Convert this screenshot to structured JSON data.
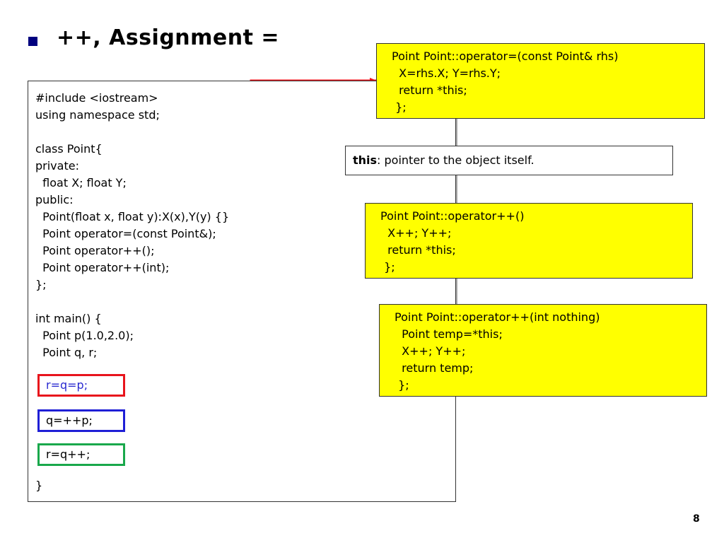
{
  "slide": {
    "title": "++, Assignment =",
    "page_number": "8"
  },
  "code": {
    "lines": [
      "#include <iostream>",
      "using namespace std;",
      "",
      "class Point{",
      "private:",
      "  float X; float Y;",
      "public:",
      "  Point(float x, float y):X(x),Y(y) {}",
      "  Point operator=(const Point&);",
      "  Point operator++();",
      "  Point operator++(int);",
      "};",
      "",
      "int main() {",
      "  Point p(1.0,2.0);",
      "  Point q, r;"
    ],
    "statements": [
      "r=q=p;",
      "q=++p;",
      "r=q++;"
    ],
    "closing": "}"
  },
  "boxes": {
    "assign": [
      "Point Point::operator=(const Point& rhs)",
      "  X=rhs.X; Y=rhs.Y;",
      "  return *this;",
      " };"
    ],
    "preinc": [
      "Point Point::operator++()",
      "  X++; Y++;",
      "  return *this;",
      " };"
    ],
    "postinc": [
      "Point Point::operator++(int nothing)",
      "  Point temp=*this;",
      "  X++; Y++;",
      "  return temp;",
      " };"
    ]
  },
  "note": {
    "keyword": "this",
    "text": ": pointer to the object itself."
  },
  "colors": {
    "red": "#e8141c",
    "blue": "#1f1fd6",
    "green": "#19a84b",
    "yellow": "#ffff00",
    "bullet": "#00007f"
  }
}
